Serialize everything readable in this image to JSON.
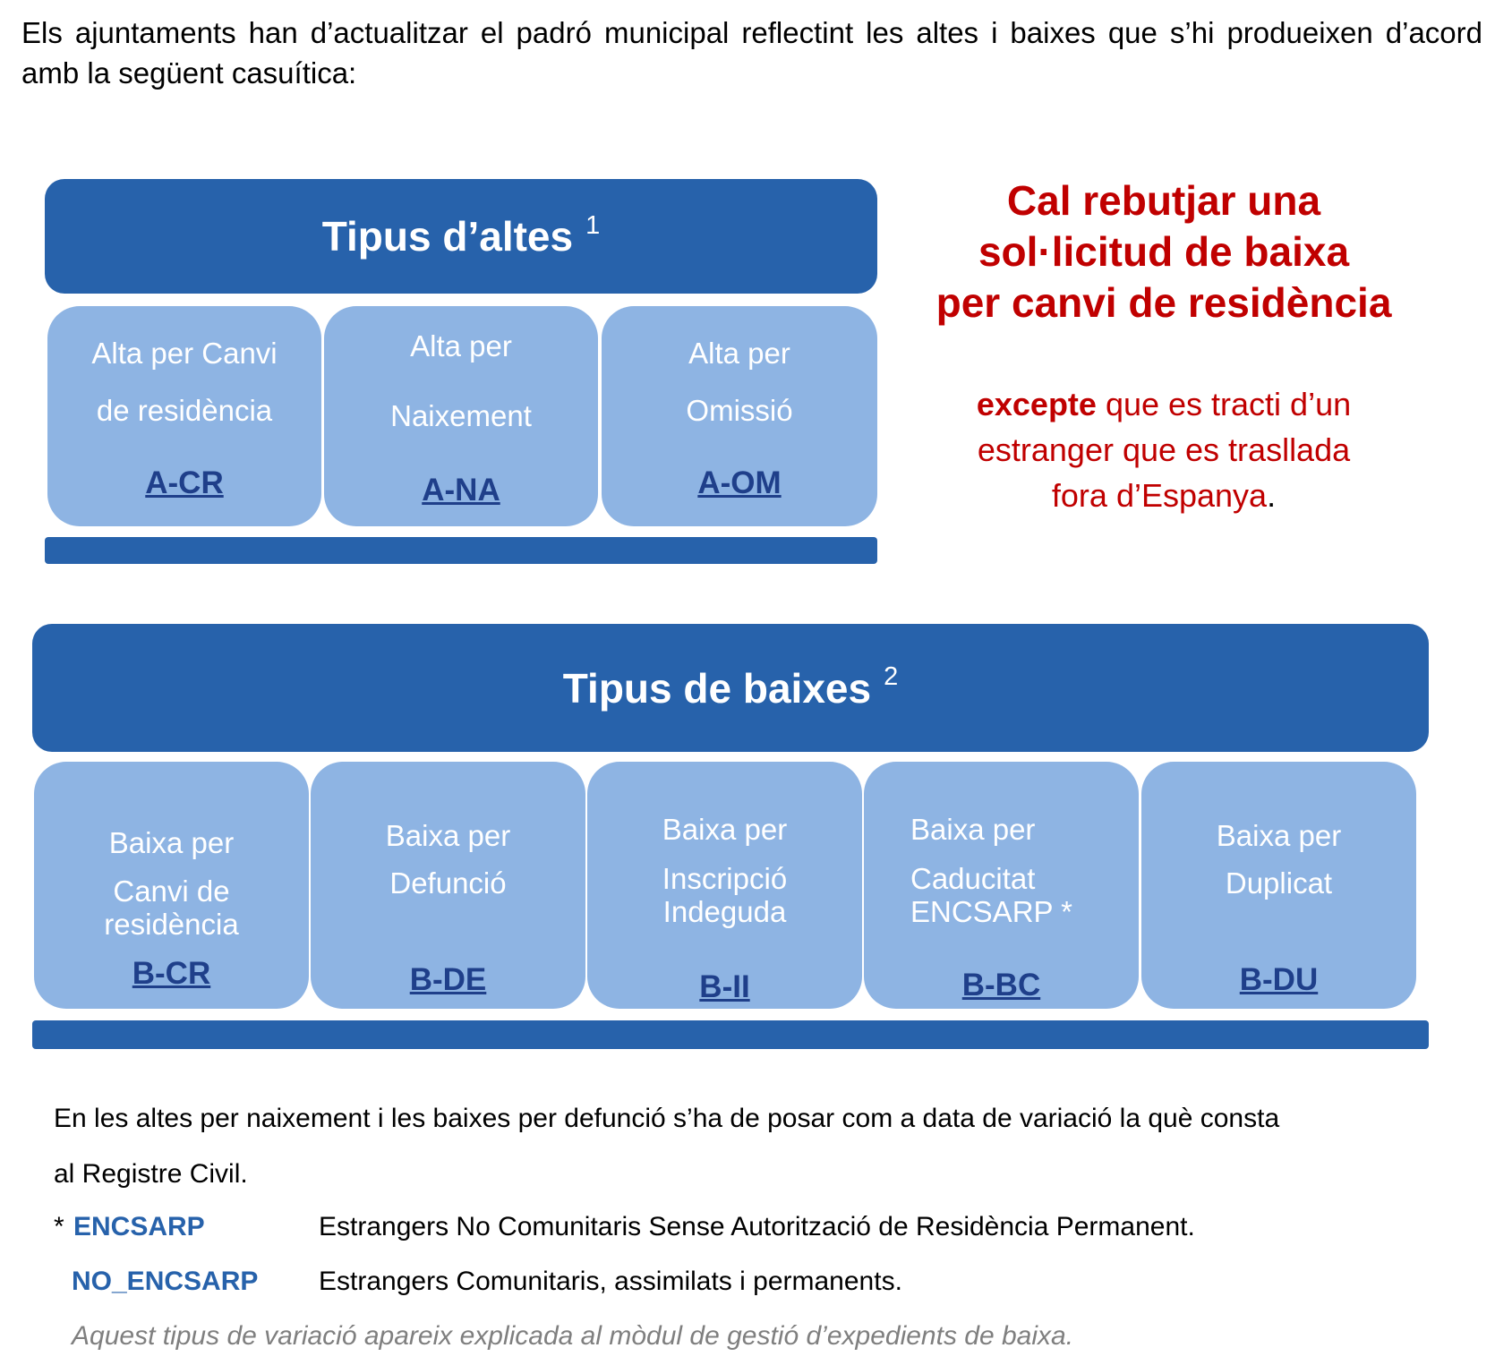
{
  "intro_text": "Els ajuntaments han d’actualitzar el padró municipal reflectint les altes i baixes que s’hi produeixen d’acord amb la següent casuítica:",
  "altes": {
    "title": "Tipus d’altes",
    "footnote": "1",
    "cards": [
      {
        "lines": [
          "Alta per Canvi",
          "de residència"
        ],
        "code": "A-CR"
      },
      {
        "lines": [
          "Alta per",
          "Naixement"
        ],
        "code": "A-NA"
      },
      {
        "lines": [
          "Alta per",
          "Omissió"
        ],
        "code": "A-OM"
      }
    ]
  },
  "notice": {
    "title_lines": [
      "Cal rebutjar una",
      "sol·licitud de baixa",
      "per canvi de residència"
    ],
    "body_bold": "excepte",
    "body_line1_rest": " que es tracti d’un",
    "body_line2": "estranger que es trasllada",
    "body_line3": "fora d’Espanya",
    "body_period": "."
  },
  "baixes": {
    "title": "Tipus de baixes",
    "footnote": "2",
    "cards": [
      {
        "lines": [
          "Baixa per",
          "Canvi de",
          "residència"
        ],
        "code": "B-CR"
      },
      {
        "lines": [
          "Baixa per",
          "Defunció"
        ],
        "code": "B-DE"
      },
      {
        "lines": [
          "Baixa per",
          "Inscripció",
          "Indeguda"
        ],
        "code": "B-II"
      },
      {
        "lines": [
          "Baixa per",
          "Caducitat",
          "ENCSARP *"
        ],
        "code": "B-BC"
      },
      {
        "lines": [
          "Baixa per",
          "Duplicat"
        ],
        "code": "B-DU"
      }
    ]
  },
  "notes": {
    "line1": "En les altes per naixement i les baixes per defunció s’ha de posar com a data de variació la què consta",
    "line2": "al Registre Civil.",
    "asterisk": "*",
    "term1": "ENCSARP",
    "def1": "Estrangers No Comunitaris Sense Autorització de Residència Permanent.",
    "term2": "NO_ENCSARP",
    "def2": "Estrangers Comunitaris, assimilats i permanents.",
    "italic": "Aquest tipus de variació apareix explicada al mòdul de gestió d’expedients de baixa."
  }
}
